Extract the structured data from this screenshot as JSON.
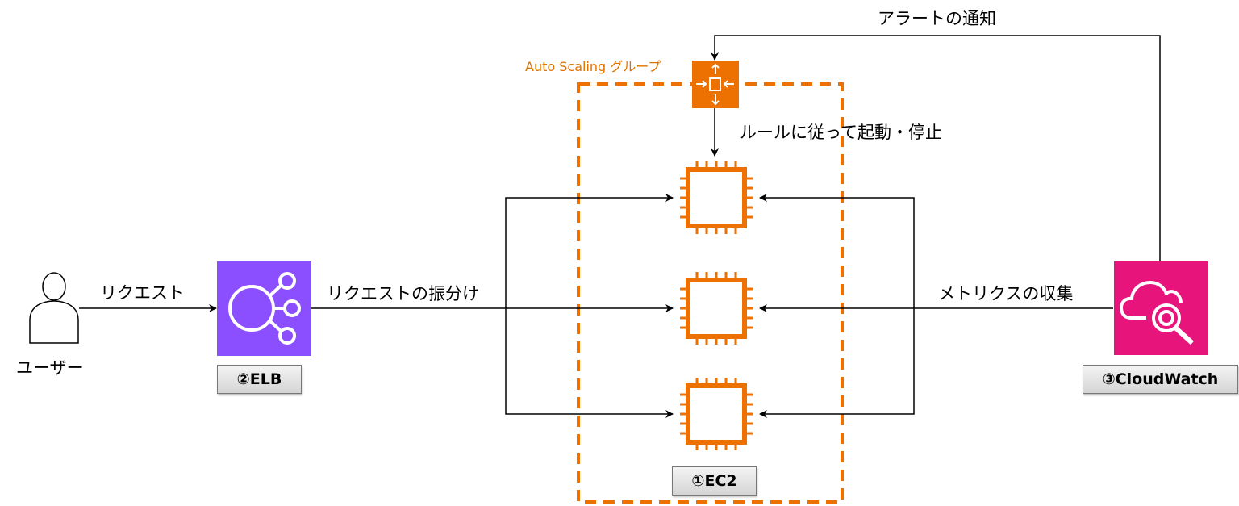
{
  "labels": {
    "user": "ユーザー",
    "request": "リクエスト",
    "distribute": "リクエストの振分け",
    "asg_group": "Auto Scaling グループ",
    "rule": "ルールに従って起動・停止",
    "alert": "アラートの通知",
    "metrics": "メトリクスの収集"
  },
  "tags": {
    "elb": "②ELB",
    "ec2": "①EC2",
    "cloudwatch": "③CloudWatch"
  },
  "icons": {
    "user": "user-icon",
    "elb": "elb-icon",
    "autoscaling": "autoscaling-icon",
    "ec2": "ec2-instance-icon",
    "cloudwatch": "cloudwatch-icon"
  },
  "colors": {
    "elb": "#8c4fff",
    "cloudwatch": "#e7157b",
    "autoscaling": "#ed7100",
    "ec2": "#ed7100",
    "group_border": "#ed7100",
    "group_label": "#e07200"
  }
}
